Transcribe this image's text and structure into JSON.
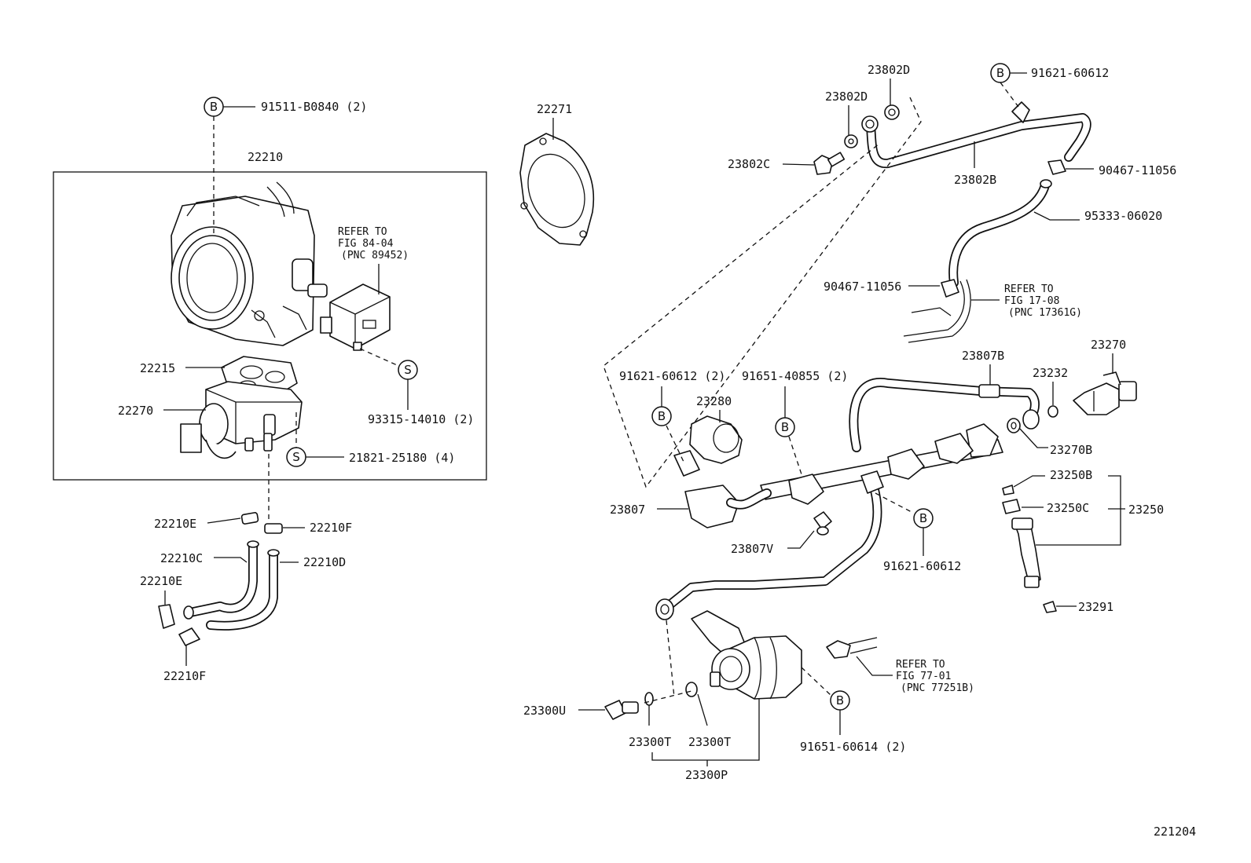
{
  "diagram_id": "221204",
  "callouts": {
    "b_91511": "91511-B0840 (2)",
    "p22210": "22210",
    "refer_84_1": "REFER TO",
    "refer_84_2": "FIG 84-04",
    "refer_84_3": "(PNC 89452)",
    "p22215": "22215",
    "p22270": "22270",
    "s_93315": "93315-14010 (2)",
    "s_21821": "21821-25180 (4)",
    "p22210E_a": "22210E",
    "p22210F_a": "22210F",
    "p22210C": "22210C",
    "p22210D": "22210D",
    "p22210E_b": "22210E",
    "p22210F_b": "22210F",
    "p22271": "22271",
    "p23802D_a": "23802D",
    "p23802D_b": "23802D",
    "p23802C": "23802C",
    "p23802B": "23802B",
    "b_91621_top": "91621-60612",
    "p90467_a": "90467-11056",
    "p95333": "95333-06020",
    "p90467_b": "90467-11056",
    "refer_17_1": "REFER TO",
    "refer_17_2": "FIG 17-08",
    "refer_17_3": "(PNC 17361G)",
    "p23807B": "23807B",
    "p23270": "23270",
    "p23232": "23232",
    "p23270B": "23270B",
    "b_91621_2": "91621-60612 (2)",
    "b_91651_2": "91651-40855 (2)",
    "p23280": "23280",
    "p23807": "23807",
    "p23807V": "23807V",
    "b_91621_mid": "91621-60612",
    "p23250B": "23250B",
    "p23250C": "23250C",
    "p23250": "23250",
    "p23291": "23291",
    "refer_77_1": "REFER TO",
    "refer_77_2": "FIG 77-01",
    "refer_77_3": "(PNC 77251B)",
    "b_91651_60614": "91651-60614 (2)",
    "p23300U": "23300U",
    "p23300T_a": "23300T",
    "p23300T_b": "23300T",
    "p23300P": "23300P"
  },
  "markers": {
    "b": "B",
    "s": "S"
  }
}
